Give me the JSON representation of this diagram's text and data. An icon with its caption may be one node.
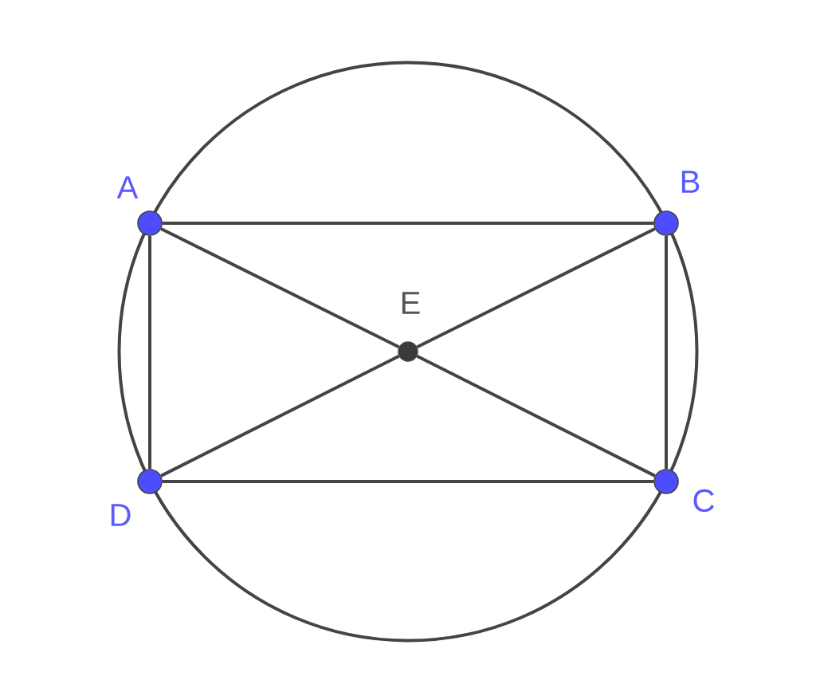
{
  "diagram": {
    "nodes": [
      {
        "text": [],
        "shape": "circle",
        "beside": [
          "A"
        ]
      },
      {
        "text": [],
        "shape": "circle",
        "beside": [
          "B"
        ]
      },
      {
        "text": [],
        "shape": "circle",
        "beside": [
          "C"
        ]
      },
      {
        "text": [],
        "shape": "circle",
        "beside": [
          "D"
        ]
      },
      {
        "text": [],
        "shape": "circle",
        "beside": [
          "E"
        ]
      }
    ],
    "edges": [
      {
        "from": 0,
        "to": 1,
        "arrow": "none"
      },
      {
        "from": 1,
        "to": 2,
        "arrow": "none"
      },
      {
        "from": 2,
        "to": 3,
        "arrow": "none"
      },
      {
        "from": 3,
        "to": 0,
        "arrow": "none"
      },
      {
        "from": 0,
        "to": 4,
        "arrow": "none"
      },
      {
        "from": 4,
        "to": 2,
        "arrow": "none"
      },
      {
        "from": 1,
        "to": 4,
        "arrow": "none"
      },
      {
        "from": 4,
        "to": 3,
        "arrow": "none"
      }
    ]
  }
}
